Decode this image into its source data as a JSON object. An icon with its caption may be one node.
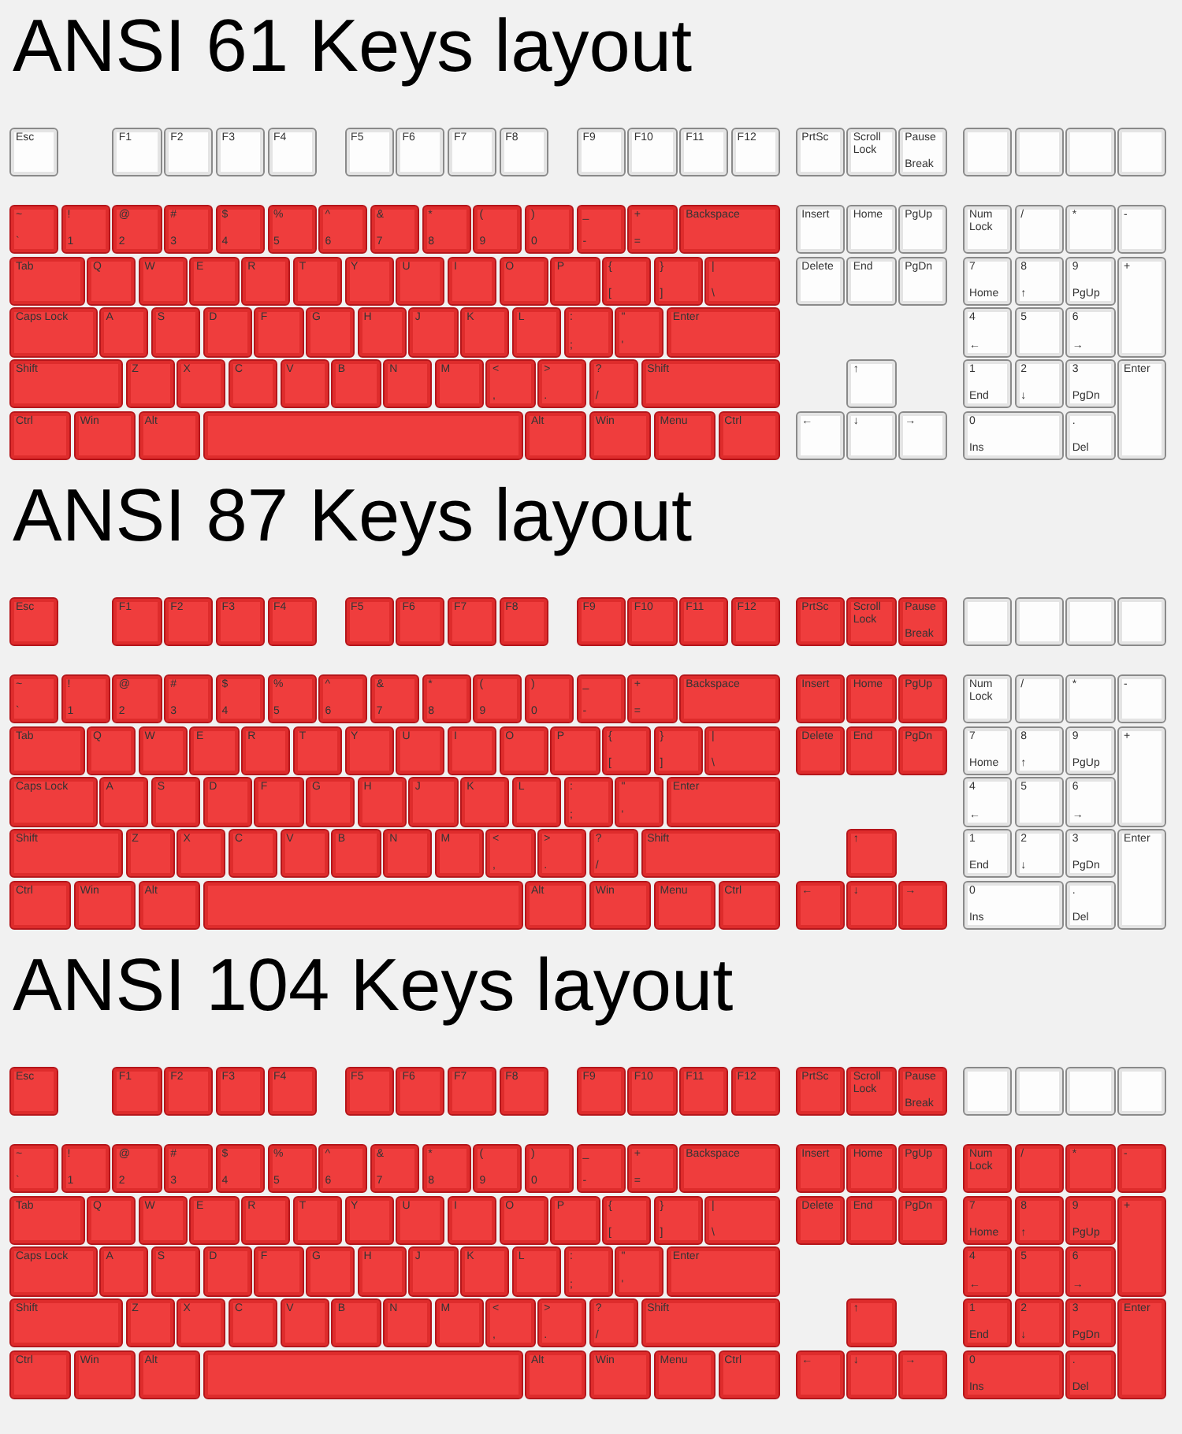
{
  "diagram": {
    "labels": [
      "ANSI 61 Keys layout",
      "ANSI 87 Keys layout",
      "ANSI 104 Keys layout"
    ],
    "nodes": [
      {
        "text": [
          "Esc"
        ]
      },
      {
        "text": [
          "F1"
        ]
      },
      {
        "text": [
          "F2"
        ]
      },
      {
        "text": [
          "F3"
        ]
      },
      {
        "text": [
          "F4"
        ]
      },
      {
        "text": [
          "F5"
        ]
      },
      {
        "text": [
          "F6"
        ]
      },
      {
        "text": [
          "F7"
        ]
      },
      {
        "text": [
          "F8"
        ]
      },
      {
        "text": [
          "F9"
        ]
      },
      {
        "text": [
          "F10"
        ]
      },
      {
        "text": [
          "F11"
        ]
      },
      {
        "text": [
          "F12"
        ]
      },
      {
        "text": [
          "PrtSc"
        ]
      },
      {
        "text": [
          "Scroll Lock"
        ]
      },
      {
        "text": [
          "Pause",
          "Break"
        ]
      },
      {
        "text": [],
        "shape": "box"
      },
      {
        "text": [],
        "shape": "box"
      },
      {
        "text": [],
        "shape": "box"
      },
      {
        "text": [],
        "shape": "box"
      },
      {
        "text": [
          "~",
          "`"
        ]
      },
      {
        "text": [
          "!",
          "1"
        ]
      },
      {
        "text": [
          "@",
          "2"
        ]
      },
      {
        "text": [
          "#",
          "3"
        ]
      },
      {
        "text": [
          "$",
          "4"
        ]
      },
      {
        "text": [
          "%",
          "5"
        ]
      },
      {
        "text": [
          "^",
          "6"
        ]
      },
      {
        "text": [
          "&",
          "7"
        ]
      },
      {
        "text": [
          "*",
          "8"
        ]
      },
      {
        "text": [
          "(",
          "9"
        ]
      },
      {
        "text": [
          ")",
          "0"
        ]
      },
      {
        "text": [
          "_",
          "-"
        ]
      },
      {
        "text": [
          "+",
          "="
        ]
      },
      {
        "text": [
          "Backspace"
        ]
      },
      {
        "text": [
          "Insert"
        ]
      },
      {
        "text": [
          "Home"
        ]
      },
      {
        "text": [
          "PgUp"
        ]
      },
      {
        "text": [
          "Num Lock"
        ]
      },
      {
        "text": [
          "/"
        ]
      },
      {
        "text": [
          "*"
        ]
      },
      {
        "text": [
          "-"
        ]
      },
      {
        "text": [
          "Tab"
        ]
      },
      {
        "text": [
          "Q"
        ]
      },
      {
        "text": [
          "W"
        ]
      },
      {
        "text": [
          "E"
        ]
      },
      {
        "text": [
          "R"
        ]
      },
      {
        "text": [
          "T"
        ]
      },
      {
        "text": [
          "Y"
        ]
      },
      {
        "text": [
          "U"
        ]
      },
      {
        "text": [
          "I"
        ]
      },
      {
        "text": [
          "O"
        ]
      },
      {
        "text": [
          "P"
        ]
      },
      {
        "text": [
          "{",
          "["
        ]
      },
      {
        "text": [
          "}",
          "]"
        ]
      },
      {
        "text": [
          "|",
          "\\"
        ]
      },
      {
        "text": [
          "Delete"
        ]
      },
      {
        "text": [
          "End"
        ]
      },
      {
        "text": [
          "PgDn"
        ]
      },
      {
        "text": [
          "7",
          "Home"
        ]
      },
      {
        "text": [
          "8",
          "↑"
        ]
      },
      {
        "text": [
          "9",
          "PgUp"
        ]
      },
      {
        "text": [
          "+"
        ]
      },
      {
        "text": [
          "Caps Lock"
        ]
      },
      {
        "text": [
          "A"
        ]
      },
      {
        "text": [
          "S"
        ]
      },
      {
        "text": [
          "D"
        ]
      },
      {
        "text": [
          "F"
        ]
      },
      {
        "text": [
          "G"
        ]
      },
      {
        "text": [
          "H"
        ]
      },
      {
        "text": [
          "J"
        ]
      },
      {
        "text": [
          "K"
        ]
      },
      {
        "text": [
          "L"
        ]
      },
      {
        "text": [
          ":",
          ";"
        ]
      },
      {
        "text": [
          "\"",
          "'"
        ]
      },
      {
        "text": [
          "Enter"
        ]
      },
      {
        "text": [
          "4",
          "←"
        ]
      },
      {
        "text": [
          "5"
        ]
      },
      {
        "text": [
          "6",
          "→"
        ]
      },
      {
        "text": [
          "Shift"
        ]
      },
      {
        "text": [
          "Z"
        ]
      },
      {
        "text": [
          "X"
        ]
      },
      {
        "text": [
          "C"
        ]
      },
      {
        "text": [
          "V"
        ]
      },
      {
        "text": [
          "B"
        ]
      },
      {
        "text": [
          "N"
        ]
      },
      {
        "text": [
          "M"
        ]
      },
      {
        "text": [
          "<",
          ","
        ]
      },
      {
        "text": [
          ">",
          "."
        ]
      },
      {
        "text": [
          "?",
          "/"
        ]
      },
      {
        "text": [
          "Shift"
        ]
      },
      {
        "text": [
          "↑"
        ]
      },
      {
        "text": [
          "1",
          "End"
        ]
      },
      {
        "text": [
          "2",
          "↓"
        ]
      },
      {
        "text": [
          "3",
          "PgDn"
        ]
      },
      {
        "text": [
          "Enter"
        ]
      },
      {
        "text": [
          "Ctrl"
        ]
      },
      {
        "text": [
          "Win"
        ]
      },
      {
        "text": [
          "Alt"
        ]
      },
      {
        "text": [],
        "shape": "box"
      },
      {
        "text": [
          "Alt"
        ]
      },
      {
        "text": [
          "Win"
        ]
      },
      {
        "text": [
          "Menu"
        ]
      },
      {
        "text": [
          "Ctrl"
        ]
      },
      {
        "text": [
          "←"
        ]
      },
      {
        "text": [
          "↓"
        ]
      },
      {
        "text": [
          "→"
        ]
      },
      {
        "text": [
          "0",
          "Ins"
        ]
      },
      {
        "text": [
          ".",
          "Del"
        ]
      },
      {
        "text": [
          "Esc"
        ]
      },
      {
        "text": [
          "F1"
        ]
      },
      {
        "text": [
          "F2"
        ]
      },
      {
        "text": [
          "F3"
        ]
      },
      {
        "text": [
          "F4"
        ]
      },
      {
        "text": [
          "F5"
        ]
      },
      {
        "text": [
          "F6"
        ]
      },
      {
        "text": [
          "F7"
        ]
      },
      {
        "text": [
          "F8"
        ]
      },
      {
        "text": [
          "F9"
        ]
      },
      {
        "text": [
          "F10"
        ]
      },
      {
        "text": [
          "F11"
        ]
      },
      {
        "text": [
          "F12"
        ]
      },
      {
        "text": [
          "PrtSc"
        ]
      },
      {
        "text": [
          "Scroll Lock"
        ]
      },
      {
        "text": [
          "Pause",
          "Break"
        ]
      },
      {
        "text": [],
        "shape": "box"
      },
      {
        "text": [],
        "shape": "box"
      },
      {
        "text": [],
        "shape": "box"
      },
      {
        "text": [],
        "shape": "box"
      },
      {
        "text": [
          "~",
          "`"
        ]
      },
      {
        "text": [
          "!",
          "1"
        ]
      },
      {
        "text": [
          "@",
          "2"
        ]
      },
      {
        "text": [
          "#",
          "3"
        ]
      },
      {
        "text": [
          "$",
          "4"
        ]
      },
      {
        "text": [
          "%",
          "5"
        ]
      },
      {
        "text": [
          "^",
          "6"
        ]
      },
      {
        "text": [
          "&",
          "7"
        ]
      },
      {
        "text": [
          "*",
          "8"
        ]
      },
      {
        "text": [
          "(",
          "9"
        ]
      },
      {
        "text": [
          ")",
          "0"
        ]
      },
      {
        "text": [
          "_",
          "-"
        ]
      },
      {
        "text": [
          "+",
          "="
        ]
      },
      {
        "text": [
          "Backspace"
        ]
      },
      {
        "text": [
          "Insert"
        ]
      },
      {
        "text": [
          "Home"
        ]
      },
      {
        "text": [
          "PgUp"
        ]
      },
      {
        "text": [
          "Num Lock"
        ]
      },
      {
        "text": [
          "/"
        ]
      },
      {
        "text": [
          "*"
        ]
      },
      {
        "text": [
          "-"
        ]
      },
      {
        "text": [
          "Tab"
        ]
      },
      {
        "text": [
          "Q"
        ]
      },
      {
        "text": [
          "W"
        ]
      },
      {
        "text": [
          "E"
        ]
      },
      {
        "text": [
          "R"
        ]
      },
      {
        "text": [
          "T"
        ]
      },
      {
        "text": [
          "Y"
        ]
      },
      {
        "text": [
          "U"
        ]
      },
      {
        "text": [
          "I"
        ]
      },
      {
        "text": [
          "O"
        ]
      },
      {
        "text": [
          "P"
        ]
      },
      {
        "text": [
          "{",
          "["
        ]
      },
      {
        "text": [
          "}",
          "]"
        ]
      },
      {
        "text": [
          "|",
          "\\"
        ]
      },
      {
        "text": [
          "Delete"
        ]
      },
      {
        "text": [
          "End"
        ]
      },
      {
        "text": [
          "PgDn"
        ]
      },
      {
        "text": [
          "7",
          "Home"
        ]
      },
      {
        "text": [
          "8",
          "↑"
        ]
      },
      {
        "text": [
          "9",
          "PgUp"
        ]
      },
      {
        "text": [
          "+"
        ]
      },
      {
        "text": [
          "Caps Lock"
        ]
      },
      {
        "text": [
          "A"
        ]
      },
      {
        "text": [
          "S"
        ]
      },
      {
        "text": [
          "D"
        ]
      },
      {
        "text": [
          "F"
        ]
      },
      {
        "text": [
          "G"
        ]
      },
      {
        "text": [
          "H"
        ]
      },
      {
        "text": [
          "J"
        ]
      },
      {
        "text": [
          "K"
        ]
      },
      {
        "text": [
          "L"
        ]
      },
      {
        "text": [
          ":",
          ";"
        ]
      },
      {
        "text": [
          "\"",
          "'"
        ]
      },
      {
        "text": [
          "Enter"
        ]
      },
      {
        "text": [
          "4",
          "←"
        ]
      },
      {
        "text": [
          "5"
        ]
      },
      {
        "text": [
          "6",
          "→"
        ]
      },
      {
        "text": [
          "Shift"
        ]
      },
      {
        "text": [
          "Z"
        ]
      },
      {
        "text": [
          "X"
        ]
      },
      {
        "text": [
          "C"
        ]
      },
      {
        "text": [
          "V"
        ]
      },
      {
        "text": [
          "B"
        ]
      },
      {
        "text": [
          "N"
        ]
      },
      {
        "text": [
          "M"
        ]
      },
      {
        "text": [
          "<",
          ","
        ]
      },
      {
        "text": [
          ">",
          "."
        ]
      },
      {
        "text": [
          "?",
          "/"
        ]
      },
      {
        "text": [
          "Shift"
        ]
      },
      {
        "text": [
          "↑"
        ]
      },
      {
        "text": [
          "1",
          "End"
        ]
      },
      {
        "text": [
          "2",
          "↓"
        ]
      },
      {
        "text": [
          "3",
          "PgDn"
        ]
      },
      {
        "text": [
          "Enter"
        ]
      },
      {
        "text": [
          "Ctrl"
        ]
      },
      {
        "text": [
          "Win"
        ]
      },
      {
        "text": [
          "Alt"
        ]
      },
      {
        "text": [],
        "shape": "box"
      },
      {
        "text": [
          "Alt"
        ]
      },
      {
        "text": [
          "Win"
        ]
      },
      {
        "text": [
          "Menu"
        ]
      },
      {
        "text": [
          "Ctrl"
        ]
      },
      {
        "text": [
          "←"
        ]
      },
      {
        "text": [
          "↓"
        ]
      },
      {
        "text": [
          "→"
        ]
      },
      {
        "text": [
          "0",
          "Ins"
        ]
      },
      {
        "text": [
          ".",
          "Del"
        ]
      },
      {
        "text": [
          "Esc"
        ]
      },
      {
        "text": [
          "F1"
        ]
      },
      {
        "text": [
          "F2"
        ]
      },
      {
        "text": [
          "F3"
        ]
      },
      {
        "text": [
          "F4"
        ]
      },
      {
        "text": [
          "F5"
        ]
      },
      {
        "text": [
          "F6"
        ]
      },
      {
        "text": [
          "F7"
        ]
      },
      {
        "text": [
          "F8"
        ]
      },
      {
        "text": [
          "F9"
        ]
      },
      {
        "text": [
          "F10"
        ]
      },
      {
        "text": [
          "F11"
        ]
      },
      {
        "text": [
          "F12"
        ]
      },
      {
        "text": [
          "PrtSc"
        ]
      },
      {
        "text": [
          "Scroll Lock"
        ]
      },
      {
        "text": [
          "Pause",
          "Break"
        ]
      },
      {
        "text": [],
        "shape": "box"
      },
      {
        "text": [],
        "shape": "box"
      },
      {
        "text": [],
        "shape": "box"
      },
      {
        "text": [],
        "shape": "box"
      },
      {
        "text": [
          "~",
          "`"
        ]
      },
      {
        "text": [
          "!",
          "1"
        ]
      },
      {
        "text": [
          "@",
          "2"
        ]
      },
      {
        "text": [
          "#",
          "3"
        ]
      },
      {
        "text": [
          "$",
          "4"
        ]
      },
      {
        "text": [
          "%",
          "5"
        ]
      },
      {
        "text": [
          "^",
          "6"
        ]
      },
      {
        "text": [
          "&",
          "7"
        ]
      },
      {
        "text": [
          "*",
          "8"
        ]
      },
      {
        "text": [
          "(",
          "9"
        ]
      },
      {
        "text": [
          ")",
          "0"
        ]
      },
      {
        "text": [
          "_",
          "-"
        ]
      },
      {
        "text": [
          "+",
          "="
        ]
      },
      {
        "text": [
          "Backspace"
        ]
      },
      {
        "text": [
          "Insert"
        ]
      },
      {
        "text": [
          "Home"
        ]
      },
      {
        "text": [
          "PgUp"
        ]
      },
      {
        "text": [
          "Num Lock"
        ]
      },
      {
        "text": [
          "/"
        ]
      },
      {
        "text": [
          "*"
        ]
      },
      {
        "text": [
          "-"
        ]
      },
      {
        "text": [
          "Tab"
        ]
      },
      {
        "text": [
          "Q"
        ]
      },
      {
        "text": [
          "W"
        ]
      },
      {
        "text": [
          "E"
        ]
      },
      {
        "text": [
          "R"
        ]
      },
      {
        "text": [
          "T"
        ]
      },
      {
        "text": [
          "Y"
        ]
      },
      {
        "text": [
          "U"
        ]
      },
      {
        "text": [
          "I"
        ]
      },
      {
        "text": [
          "O"
        ]
      },
      {
        "text": [
          "P"
        ]
      },
      {
        "text": [
          "{",
          "["
        ]
      },
      {
        "text": [
          "}",
          "]"
        ]
      },
      {
        "text": [
          "|",
          "\\"
        ]
      },
      {
        "text": [
          "Delete"
        ]
      },
      {
        "text": [
          "End"
        ]
      },
      {
        "text": [
          "PgDn"
        ]
      },
      {
        "text": [
          "7",
          "Home"
        ]
      },
      {
        "text": [
          "8",
          "↑"
        ]
      },
      {
        "text": [
          "9",
          "PgUp"
        ]
      },
      {
        "text": [
          "+"
        ]
      },
      {
        "text": [
          "Caps Lock"
        ]
      },
      {
        "text": [
          "A"
        ]
      },
      {
        "text": [
          "S"
        ]
      },
      {
        "text": [
          "D"
        ]
      },
      {
        "text": [
          "F"
        ]
      },
      {
        "text": [
          "G"
        ]
      },
      {
        "text": [
          "H"
        ]
      },
      {
        "text": [
          "J"
        ]
      },
      {
        "text": [
          "K"
        ]
      },
      {
        "text": [
          "L"
        ]
      },
      {
        "text": [
          ":",
          ";"
        ]
      },
      {
        "text": [
          "\"",
          "'"
        ]
      },
      {
        "text": [
          "Enter"
        ]
      },
      {
        "text": [
          "4",
          "←"
        ]
      },
      {
        "text": [
          "5"
        ]
      },
      {
        "text": [
          "6",
          "→"
        ]
      },
      {
        "text": [
          "Shift"
        ]
      },
      {
        "text": [
          "Z"
        ]
      },
      {
        "text": [
          "X"
        ]
      },
      {
        "text": [
          "C"
        ]
      },
      {
        "text": [
          "V"
        ]
      },
      {
        "text": [
          "B"
        ]
      },
      {
        "text": [
          "N"
        ]
      },
      {
        "text": [
          "M"
        ]
      },
      {
        "text": [
          "<",
          ","
        ]
      },
      {
        "text": [
          ">",
          "."
        ]
      },
      {
        "text": [
          "?",
          "/"
        ]
      },
      {
        "text": [
          "Shift"
        ]
      },
      {
        "text": [
          "↑"
        ]
      },
      {
        "text": [
          "1",
          "End"
        ]
      },
      {
        "text": [
          "2",
          "↓"
        ]
      },
      {
        "text": [
          "3",
          "PgDn"
        ]
      },
      {
        "text": [
          "Enter"
        ]
      },
      {
        "text": [
          "Ctrl"
        ]
      },
      {
        "text": [
          "Win"
        ]
      },
      {
        "text": [
          "Alt"
        ]
      },
      {
        "text": [],
        "shape": "box"
      },
      {
        "text": [
          "Alt"
        ]
      },
      {
        "text": [
          "Win"
        ]
      },
      {
        "text": [
          "Menu"
        ]
      },
      {
        "text": [
          "Ctrl"
        ]
      },
      {
        "text": [
          "←"
        ]
      },
      {
        "text": [
          "↓"
        ]
      },
      {
        "text": [
          "→"
        ]
      },
      {
        "text": [
          "0",
          "Ins"
        ]
      },
      {
        "text": [
          ".",
          "Del"
        ]
      }
    ]
  }
}
